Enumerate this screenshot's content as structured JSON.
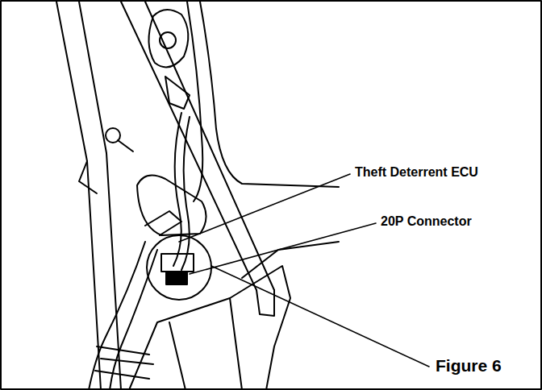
{
  "diagram": {
    "caption": "Figure 6",
    "labels": [
      "Theft Deterrent ECU",
      "20P Connector"
    ]
  }
}
